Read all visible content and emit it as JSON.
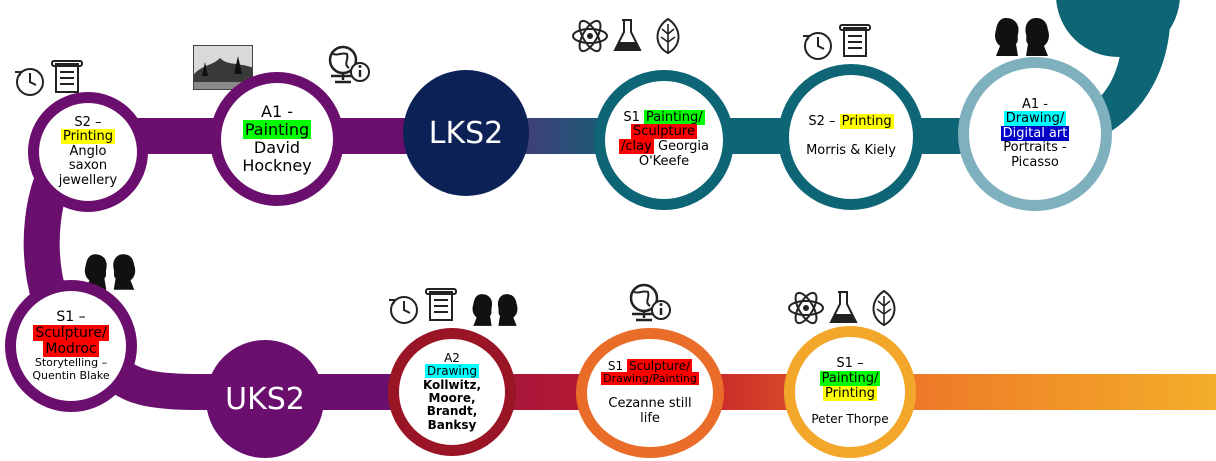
{
  "colors": {
    "purple": "#6b0f6e",
    "navy": "#0c2257",
    "teal": "#0e6576",
    "light_teal": "#7fb0bd",
    "crimson": "#9a1526",
    "orange": "#ea6c29",
    "amber": "#f2a72b",
    "yellow_hl": "#ffff00",
    "green_hl": "#00ff00",
    "red_hl": "#ff0000",
    "cyan_hl": "#00ffff",
    "blue_hl": "#0000c8"
  },
  "stages": {
    "lks2": "LKS2",
    "uks2": "UKS2"
  },
  "nodes": {
    "s2_printing_anglo": {
      "term": "S2 –",
      "subject": "Printing",
      "detail1": "Anglo",
      "detail2": "saxon",
      "detail3": "jewellery"
    },
    "a1_painting_hockney": {
      "term": "A1 -",
      "subject": "Painting",
      "detail1": "David",
      "detail2": "Hockney"
    },
    "s1_okeefe": {
      "term": "S1",
      "subject": "Painting/",
      "subject2": "Sculpture",
      "subject3": "/clay",
      "detail1": "Georgia",
      "detail2": "O'Keefe"
    },
    "s2_printing_morris": {
      "term": "S2 –",
      "subject": "Printing",
      "detail1": "Morris & Kiely"
    },
    "a1_drawing_picasso": {
      "term": "A1 -",
      "subject": "Drawing/",
      "subject2": "Digital art",
      "detail1": "Portraits -",
      "detail2": "Picasso"
    },
    "s1_sculpture_modroc": {
      "term": "S1 –",
      "subject": "Sculpture/",
      "subject2": "Modroc",
      "detail1": "Storytelling –",
      "detail2": "Quentin Blake"
    },
    "a2_drawing_kollwitz": {
      "term": "A2",
      "subject": "Drawing",
      "detail1": "Kollwitz,",
      "detail2": "Moore,",
      "detail3": "Brandt,",
      "detail4": "Banksy"
    },
    "s1_cezanne": {
      "term": "S1",
      "subject": "Sculpture/",
      "subject2": "Drawing/Painting",
      "detail1": "Cezanne still",
      "detail2": "life"
    },
    "s1_peter_thorpe": {
      "term": "S1 –",
      "subject": "Painting/",
      "subject2": "Printing",
      "detail1": "Peter Thorpe"
    }
  },
  "icons": {
    "history": "history-clock-scroll-icon",
    "geography": "globe-info-icon",
    "science": "atom-flask-leaf-icon",
    "pshe": "people-silhouettes-icon",
    "photo": "landscape-photo-icon"
  }
}
